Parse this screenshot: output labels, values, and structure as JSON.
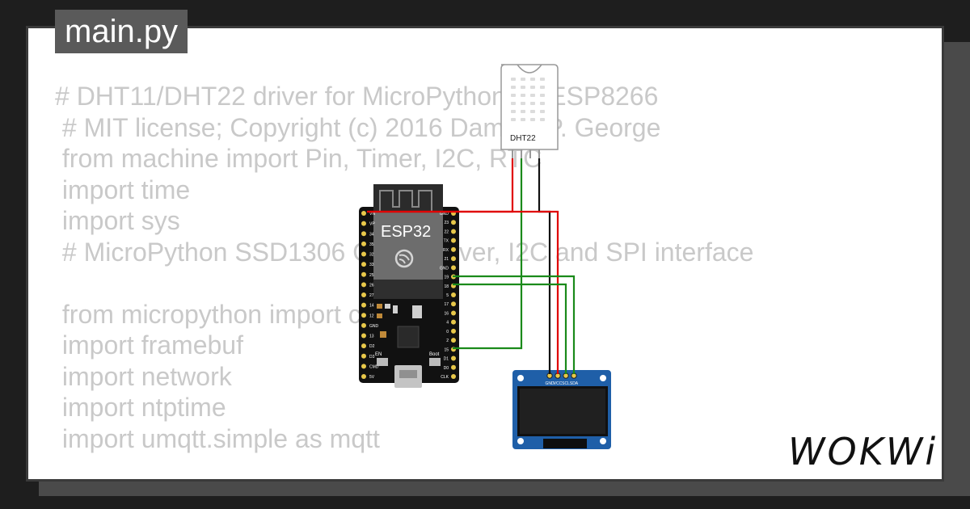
{
  "file_tab": {
    "label": "main.py"
  },
  "code_lines": [
    "# DHT11/DHT22 driver for MicroPython on ESP8266",
    " # MIT license; Copyright (c) 2016 Damien P. George",
    " from machine import Pin, Timer, I2C, RTC",
    " import time",
    " import sys",
    " # MicroPython SSD1306 OLED driver, I2C and SPI interface",
    "",
    " from micropython import const",
    " import framebuf",
    " import network",
    " import ntptime",
    " import umqtt.simple as mqtt"
  ],
  "components": {
    "esp32": {
      "label": "ESP32",
      "left_pins": [
        "VN",
        "VP",
        "34",
        "35",
        "32",
        "33",
        "25",
        "26",
        "27",
        "14",
        "12",
        "GND",
        "13",
        "D2",
        "D3",
        "CMD",
        "5V"
      ],
      "right_pins": [
        "GND",
        "23",
        "22",
        "TX",
        "RX",
        "21",
        "GND",
        "19",
        "18",
        "5",
        "17",
        "16",
        "4",
        "0",
        "2",
        "15",
        "D1",
        "D0",
        "CLK"
      ],
      "en_label": "EN",
      "boot_label": "Boot"
    },
    "dht22": {
      "label": "DHT22"
    },
    "oled": {
      "pin_labels": [
        "GND",
        "VCC",
        "SCL",
        "SDA"
      ]
    }
  },
  "wires": {
    "power_color": "#e00000",
    "ground_color": "#111111",
    "signal_color": "#1a8a1a"
  },
  "brand": {
    "logo": "WOKWi"
  }
}
